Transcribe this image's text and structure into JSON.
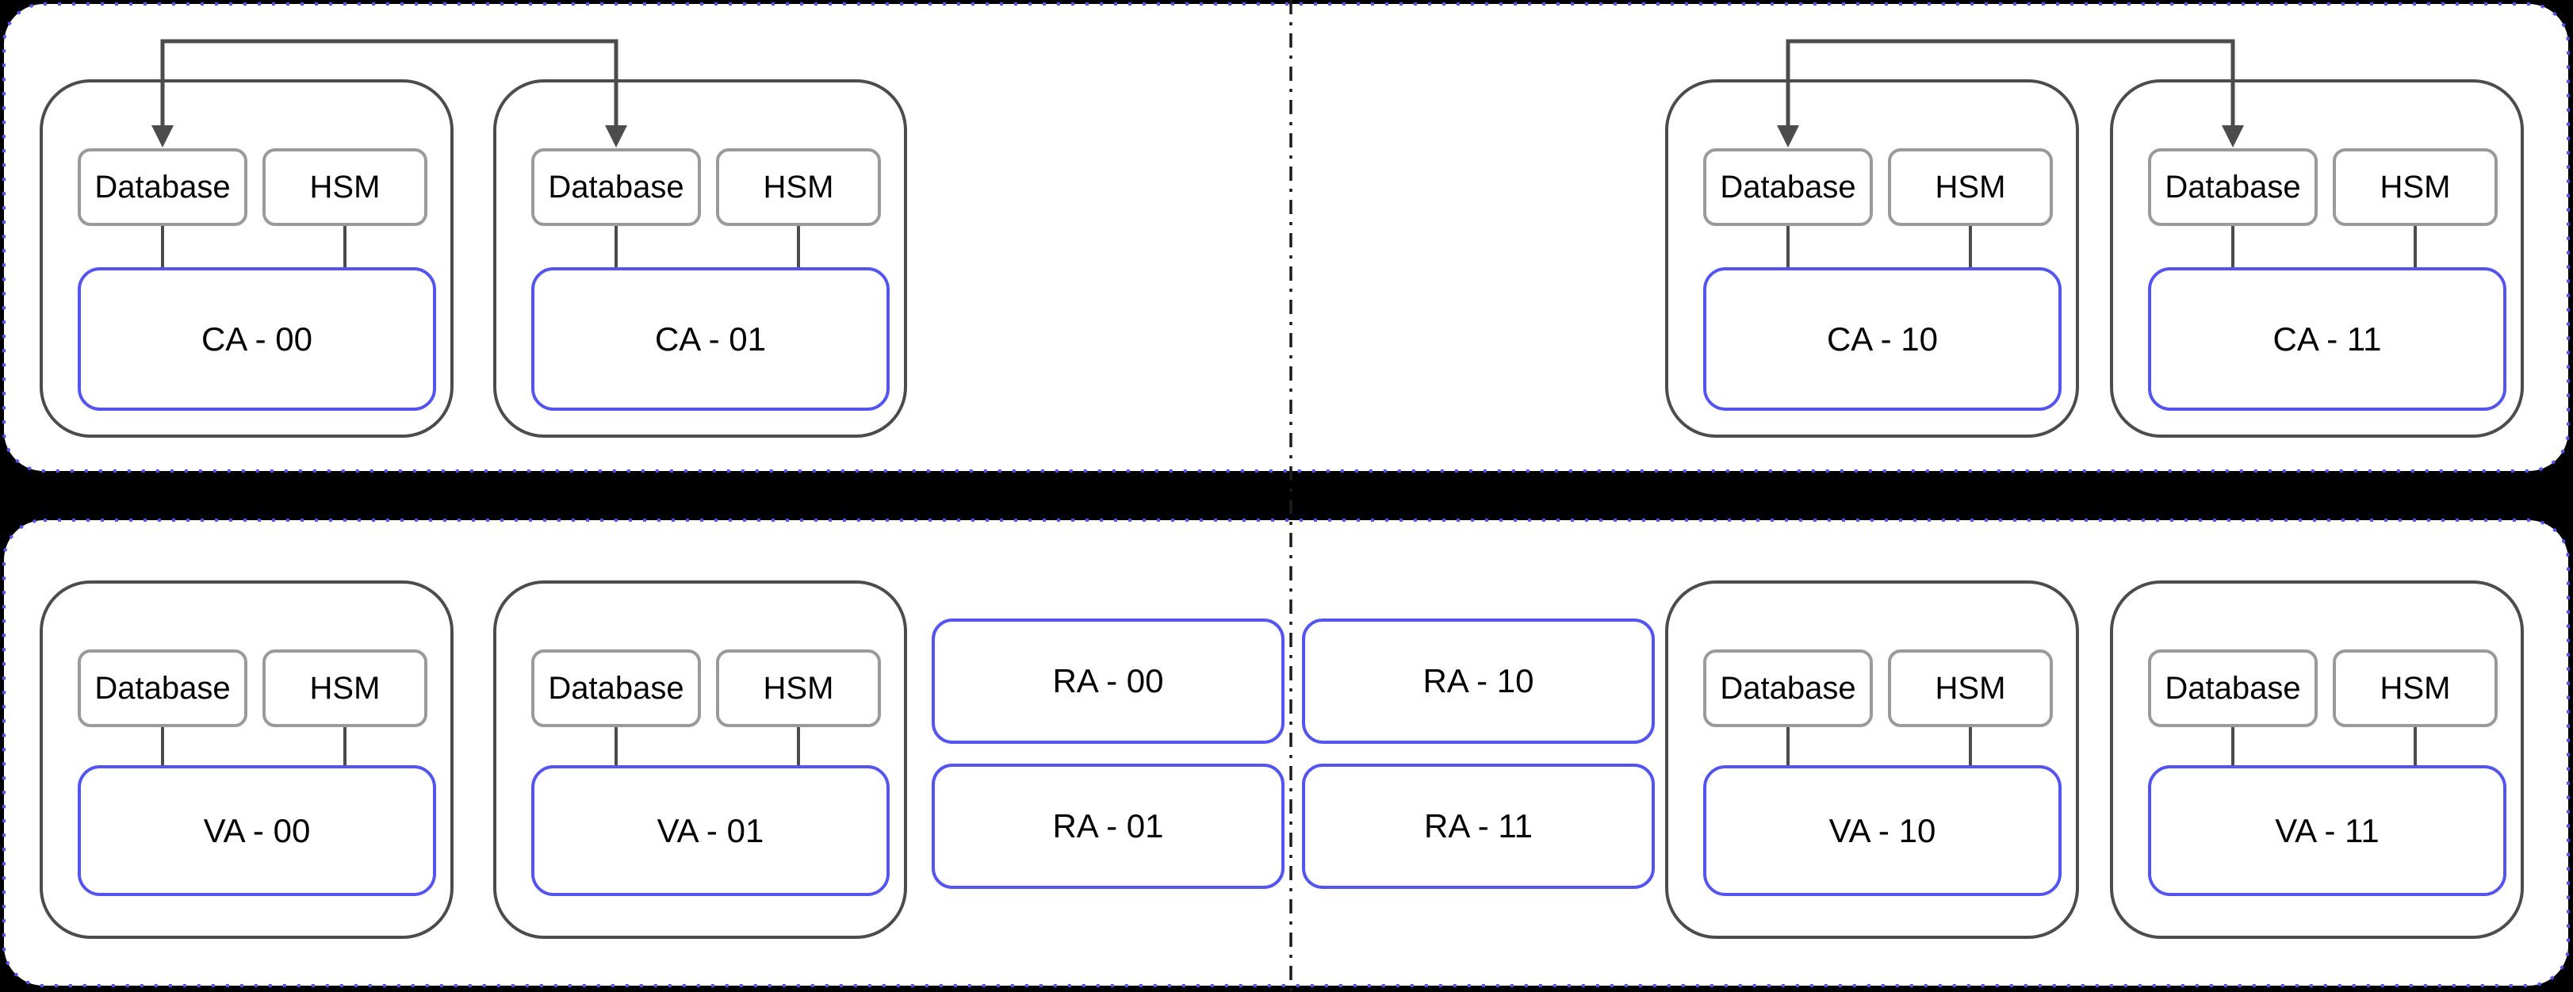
{
  "diagram": {
    "type": "pki-architecture",
    "zones": {
      "top_zone": "ca-zone",
      "bottom_zone": "va-ra-zone"
    }
  },
  "colors": {
    "background": "#000000",
    "zone_fill": "#ffffff",
    "zone_border_blue": "#5454ef",
    "node_border_blue": "#5454ef",
    "group_border_gray": "#4c4c4c",
    "component_border_gray": "#9a9a9a",
    "arrow_gray": "#4c4c4c",
    "divider_black": "#1c1c1c",
    "text_black": "#000000"
  },
  "components": {
    "database": "Database",
    "hsm": "HSM"
  },
  "groups": {
    "ca00": {
      "title": "CA - 00"
    },
    "ca01": {
      "title": "CA - 01"
    },
    "ca10": {
      "title": "CA - 10"
    },
    "ca11": {
      "title": "CA - 11"
    },
    "va00": {
      "title": "VA - 00"
    },
    "va01": {
      "title": "VA - 01"
    },
    "va10": {
      "title": "VA - 10"
    },
    "va11": {
      "title": "VA - 11"
    }
  },
  "ra_boxes": {
    "ra00": {
      "label": "RA - 00"
    },
    "ra10": {
      "label": "RA - 10"
    },
    "ra01": {
      "label": "RA - 01"
    },
    "ra11": {
      "label": "RA - 11"
    }
  }
}
